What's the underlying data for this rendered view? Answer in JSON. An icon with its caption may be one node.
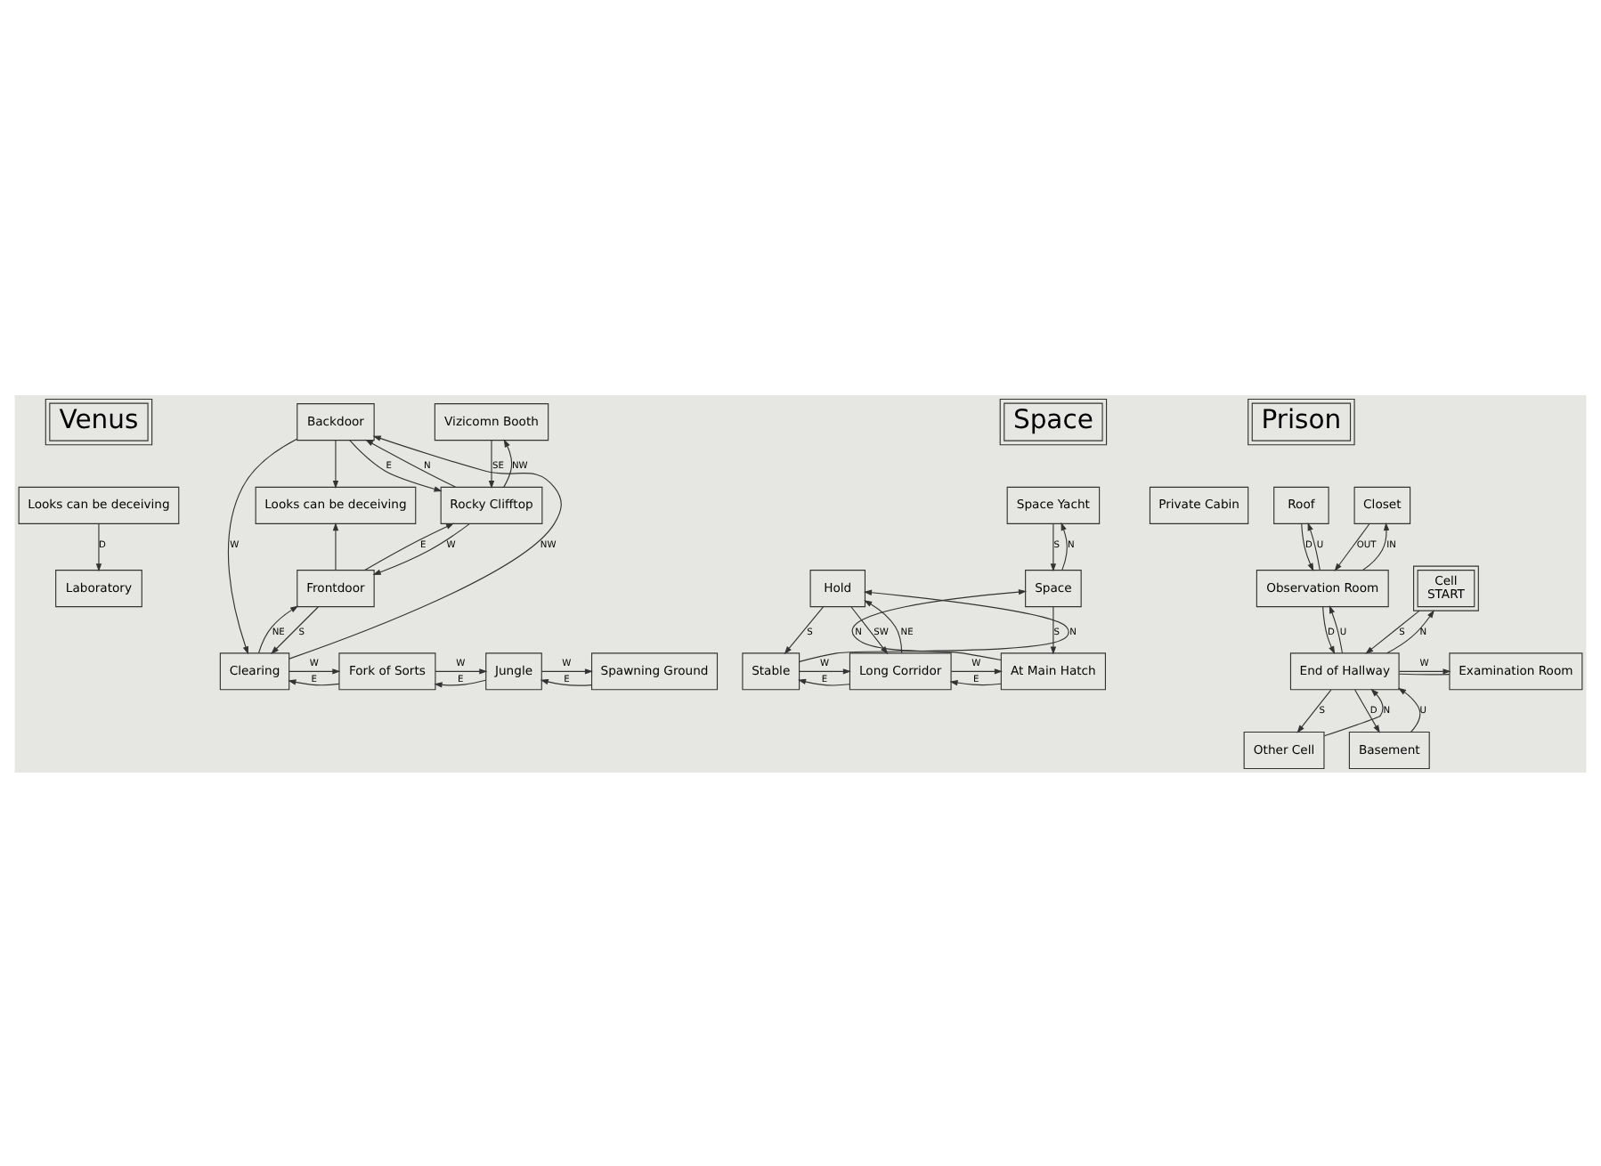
{
  "diagram": {
    "nodes": [
      {
        "text": [
          "Venus"
        ]
      },
      {
        "text": [
          "Looks can be deceiving"
        ]
      },
      {
        "text": [
          "Laboratory"
        ]
      },
      {
        "text": [
          "Backdoor"
        ]
      },
      {
        "text": [
          "Looks can be deceiving"
        ]
      },
      {
        "text": [
          "Vizicomn Booth"
        ]
      },
      {
        "text": [
          "Rocky Clifftop"
        ]
      },
      {
        "text": [
          "Frontdoor"
        ]
      },
      {
        "text": [
          "Spawning Ground"
        ]
      },
      {
        "text": [
          "Jungle"
        ]
      },
      {
        "text": [
          "Fork of Sorts"
        ]
      },
      {
        "text": [
          "Clearing"
        ]
      },
      {
        "text": [
          "Space"
        ]
      },
      {
        "text": [
          "Space Yacht"
        ]
      },
      {
        "text": [
          "Private Cabin"
        ]
      },
      {
        "text": [
          "Space"
        ]
      },
      {
        "text": [
          "At Main Hatch"
        ]
      },
      {
        "text": [
          "Long Corridor"
        ]
      },
      {
        "text": [
          "Hold"
        ]
      },
      {
        "text": [
          "Stable"
        ]
      },
      {
        "text": [
          "Prison"
        ]
      },
      {
        "text": [
          "Roof"
        ]
      },
      {
        "text": [
          "Closet"
        ]
      },
      {
        "text": [
          "Cell",
          "START"
        ]
      },
      {
        "text": [
          "Observation Room"
        ]
      },
      {
        "text": [
          "Examination Room"
        ]
      },
      {
        "text": [
          "End of Hallway"
        ]
      },
      {
        "text": [
          "Other Cell"
        ]
      },
      {
        "text": [
          "Basement"
        ]
      }
    ],
    "edges": [
      {
        "from": 1,
        "to": 2,
        "arrow": "to",
        "label": "D"
      },
      {
        "from": 3,
        "to": 4,
        "arrow": "to"
      },
      {
        "from": 3,
        "to": 6,
        "arrow": "to",
        "label": "E"
      },
      {
        "from": 6,
        "to": 3,
        "arrow": "to",
        "label": "N"
      },
      {
        "from": 5,
        "to": 6,
        "arrow": "to",
        "label": "SE"
      },
      {
        "from": 6,
        "to": 5,
        "arrow": "to",
        "label": "NW"
      },
      {
        "from": 6,
        "to": 7,
        "arrow": "to",
        "label": "W"
      },
      {
        "from": 7,
        "to": 6,
        "arrow": "to",
        "label": "E"
      },
      {
        "from": 7,
        "to": 4,
        "arrow": "to"
      },
      {
        "from": 7,
        "to": 11,
        "arrow": "to",
        "label": "S"
      },
      {
        "from": 11,
        "to": 7,
        "arrow": "to",
        "label": "NE"
      },
      {
        "from": 3,
        "to": 11,
        "arrow": "to",
        "label": "W"
      },
      {
        "from": 11,
        "to": 3,
        "arrow": "to",
        "label": "NW"
      },
      {
        "from": 11,
        "to": 10,
        "arrow": "to",
        "label": "W"
      },
      {
        "from": 10,
        "to": 11,
        "arrow": "to",
        "label": "E"
      },
      {
        "from": 10,
        "to": 9,
        "arrow": "to",
        "label": "W"
      },
      {
        "from": 9,
        "to": 10,
        "arrow": "to",
        "label": "E"
      },
      {
        "from": 9,
        "to": 8,
        "arrow": "to",
        "label": "W"
      },
      {
        "from": 8,
        "to": 9,
        "arrow": "to",
        "label": "E"
      },
      {
        "from": 13,
        "to": 15,
        "arrow": "to",
        "label": "S"
      },
      {
        "from": 15,
        "to": 13,
        "arrow": "to",
        "label": "N"
      },
      {
        "from": 15,
        "to": 16,
        "arrow": "to",
        "label": "S"
      },
      {
        "from": 16,
        "to": 15,
        "arrow": "to",
        "label": "N"
      },
      {
        "from": 17,
        "to": 16,
        "arrow": "to",
        "label": "W"
      },
      {
        "from": 16,
        "to": 17,
        "arrow": "to",
        "label": "E"
      },
      {
        "from": 18,
        "to": 17,
        "arrow": "to",
        "label": "SW"
      },
      {
        "from": 17,
        "to": 18,
        "arrow": "to",
        "label": "NE"
      },
      {
        "from": 19,
        "to": 17,
        "arrow": "to",
        "label": "W"
      },
      {
        "from": 17,
        "to": 19,
        "arrow": "to",
        "label": "E"
      },
      {
        "from": 18,
        "to": 19,
        "arrow": "to",
        "label": "S"
      },
      {
        "from": 19,
        "to": 18,
        "arrow": "to",
        "label": "N"
      },
      {
        "from": 21,
        "to": 24,
        "arrow": "to",
        "label": "D"
      },
      {
        "from": 24,
        "to": 21,
        "arrow": "to",
        "label": "U"
      },
      {
        "from": 22,
        "to": 24,
        "arrow": "to",
        "label": "OUT"
      },
      {
        "from": 24,
        "to": 22,
        "arrow": "to",
        "label": "IN"
      },
      {
        "from": 23,
        "to": 26,
        "arrow": "to",
        "label": "S"
      },
      {
        "from": 26,
        "to": 23,
        "arrow": "to",
        "label": "N"
      },
      {
        "from": 24,
        "to": 26,
        "arrow": "to",
        "label": "D"
      },
      {
        "from": 26,
        "to": 24,
        "arrow": "to",
        "label": "U"
      },
      {
        "from": 26,
        "to": 25,
        "arrow": "to",
        "label": "W"
      },
      {
        "from": 25,
        "to": 26,
        "arrow": "none"
      },
      {
        "from": 26,
        "to": 27,
        "arrow": "to",
        "label": "S"
      },
      {
        "from": 27,
        "to": 26,
        "arrow": "to",
        "label": "N"
      },
      {
        "from": 26,
        "to": 28,
        "arrow": "to",
        "label": "D"
      },
      {
        "from": 28,
        "to": 26,
        "arrow": "to",
        "label": "U"
      }
    ]
  }
}
